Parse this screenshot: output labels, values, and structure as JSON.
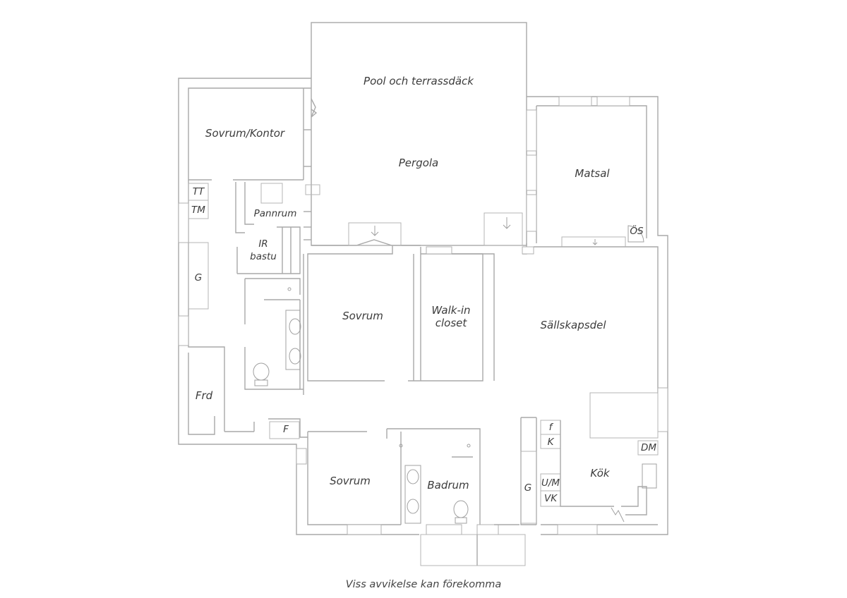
{
  "floorplan": {
    "rooms": [
      {
        "id": "pool",
        "label": "Pool och terrassdäck"
      },
      {
        "id": "pergola",
        "label": "Pergola"
      },
      {
        "id": "sovrum-kontor",
        "label": "Sovrum/Kontor"
      },
      {
        "id": "matsal",
        "label": "Matsal"
      },
      {
        "id": "pannrum",
        "label": "Pannrum"
      },
      {
        "id": "ir-bastu",
        "label": "IR bastu"
      },
      {
        "id": "sovrum-main",
        "label": "Sovrum"
      },
      {
        "id": "walk-in",
        "label": "Walk-in closet"
      },
      {
        "id": "sallskapsdel",
        "label": "Sällskapsdel"
      },
      {
        "id": "frd",
        "label": "Frd"
      },
      {
        "id": "sovrum-south",
        "label": "Sovrum"
      },
      {
        "id": "badrum",
        "label": "Badrum"
      },
      {
        "id": "kok",
        "label": "Kök"
      }
    ],
    "fixtures": [
      {
        "id": "tt",
        "label": "TT"
      },
      {
        "id": "tm",
        "label": "TM"
      },
      {
        "id": "g-west",
        "label": "G"
      },
      {
        "id": "f",
        "label": "F"
      },
      {
        "id": "os",
        "label": "ÖS"
      },
      {
        "id": "f-small",
        "label": "f"
      },
      {
        "id": "k",
        "label": "K"
      },
      {
        "id": "um",
        "label": "U/M"
      },
      {
        "id": "vk",
        "label": "VK"
      },
      {
        "id": "dm",
        "label": "DM"
      },
      {
        "id": "g-kitchen",
        "label": "G"
      }
    ],
    "note": "Viss avvikelse kan förekomma"
  }
}
